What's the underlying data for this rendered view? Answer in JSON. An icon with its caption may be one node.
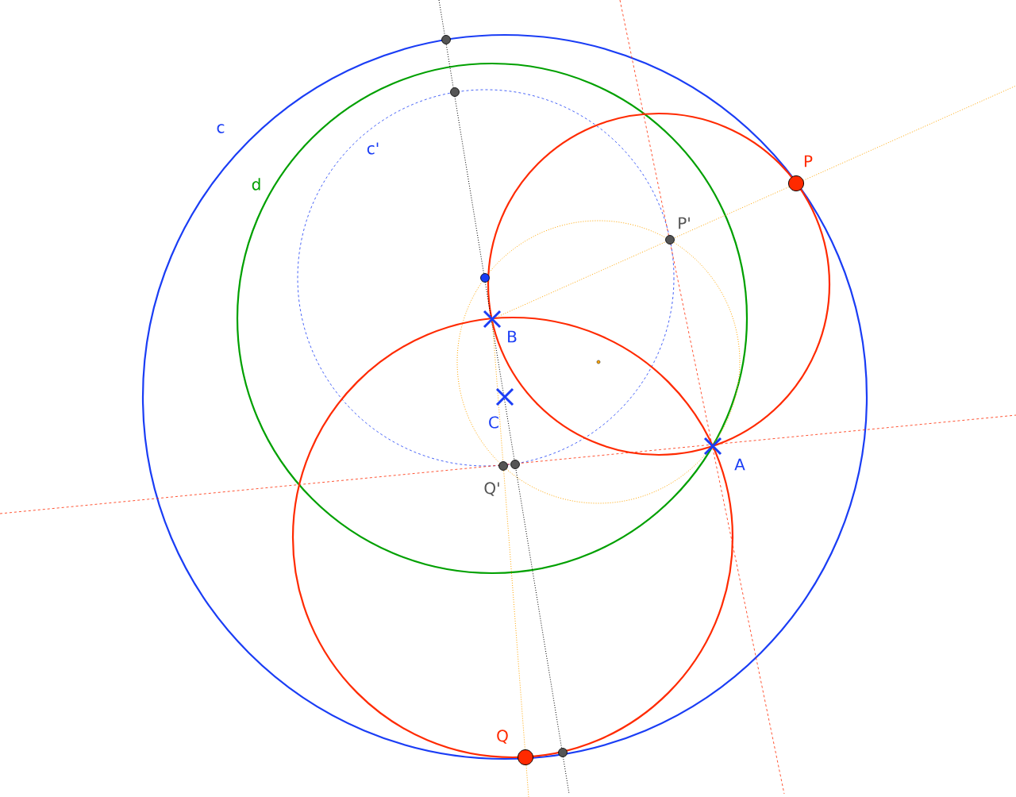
{
  "diagram": {
    "labels": [
      "c",
      "P",
      "d",
      "c'",
      "P'",
      "B",
      "C",
      "A",
      "Q'",
      "Q"
    ]
  }
}
